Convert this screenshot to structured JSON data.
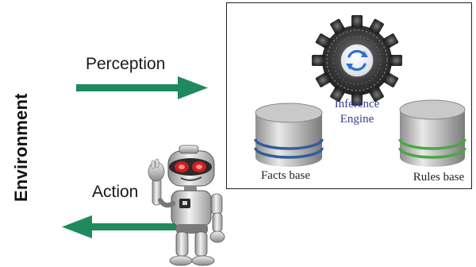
{
  "environment_label": "Environment",
  "perception": {
    "label": "Perception",
    "arrow_color": "#1e8a5e"
  },
  "action": {
    "label": "Action",
    "arrow_color": "#1e8a5e"
  },
  "system": {
    "inference_engine": {
      "line1": "Inference",
      "line2": "Engine",
      "icon": "gear-with-refresh-icon"
    },
    "facts_base": {
      "label": "Facts base",
      "icon": "database-blue-icon",
      "band_color": "#2f5e9e"
    },
    "rules_base": {
      "label": "Rules base",
      "icon": "database-green-icon",
      "band_color": "#4aa844"
    }
  },
  "agent": {
    "icon": "robot-waving-icon"
  }
}
